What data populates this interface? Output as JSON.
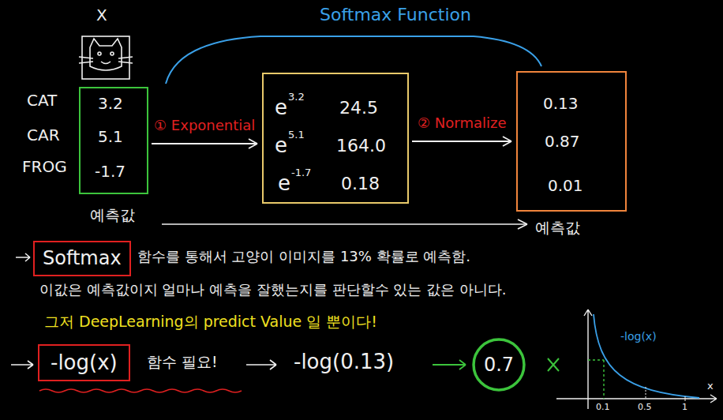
{
  "diagram": {
    "title": "Softmax Function",
    "nodes": [
      {
        "text": [
          "3.2",
          "5.1",
          "-1.7"
        ]
      },
      {
        "text": [
          "e",
          "3.2",
          "24.5",
          "e",
          "5.1",
          "164.0",
          "e",
          "-1.7",
          "0.18"
        ]
      },
      {
        "text": [
          "0.13",
          "0.87",
          "0.01"
        ]
      },
      {
        "text": [
          "Softmax"
        ]
      },
      {
        "text": [
          "-log(x)"
        ]
      },
      {
        "text": [
          "0.7"
        ]
      }
    ],
    "edges": [
      {
        "from": 0,
        "to": 1,
        "arrow": "to",
        "label": "① Exponential"
      },
      {
        "from": 1,
        "to": 2,
        "arrow": "to",
        "label": "② Normalize"
      }
    ],
    "labels": [
      "X",
      "CAT",
      "CAR",
      "FROG",
      "예측값",
      "예측값",
      "함수를 통해서 고양이 이미지를 13% 확률로 예측함.",
      "이값은 예측값이지 얼마나 예측을 잘했는지를 판단할수 있는 값은 아니다.",
      "그저 DeepLearning의 predict Value 일 뿐이다!",
      "함수 필요!",
      "-log(0.13)",
      "-log(x)",
      "x",
      "0.1",
      "0.5",
      "1"
    ]
  }
}
